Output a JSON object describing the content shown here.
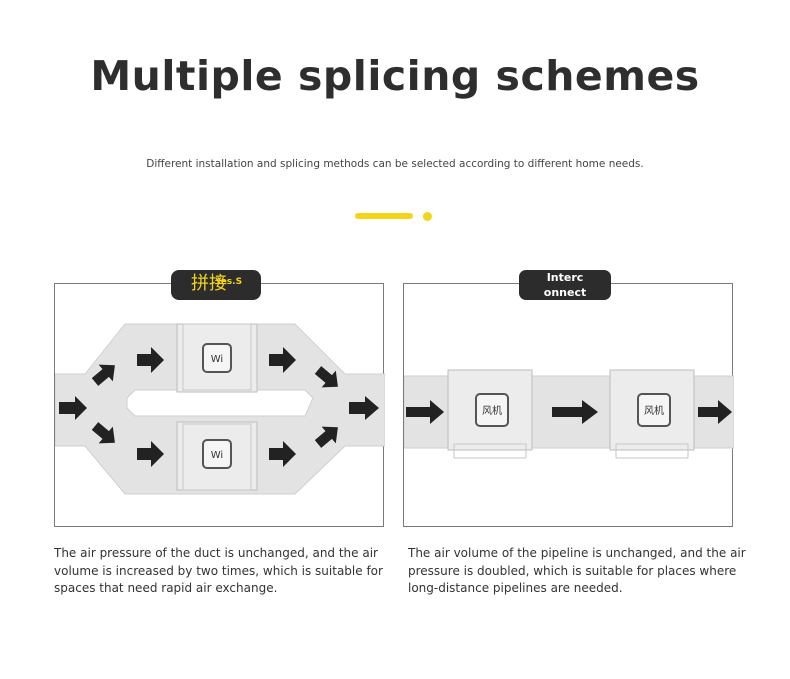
{
  "title": "Multiple splicing schemes",
  "subtitle": "Different installation and splicing methods can be selected according to different home needs.",
  "accent_color": "#f2d41a",
  "left": {
    "tag_cn": "拼接",
    "tag_en": "Yes.S",
    "fan_label_a": "Wi",
    "fan_label_b": "Wi",
    "caption": "The air pressure of the duct is unchanged, and the air volume is increased by two times, which is suitable for spaces that need rapid air exchange."
  },
  "right": {
    "tag": "Interc onnect",
    "fan_label": "风机",
    "caption": "The air volume of the pipeline is unchanged, and the air pressure is doubled, which is suitable for places where long-distance pipelines are needed."
  }
}
